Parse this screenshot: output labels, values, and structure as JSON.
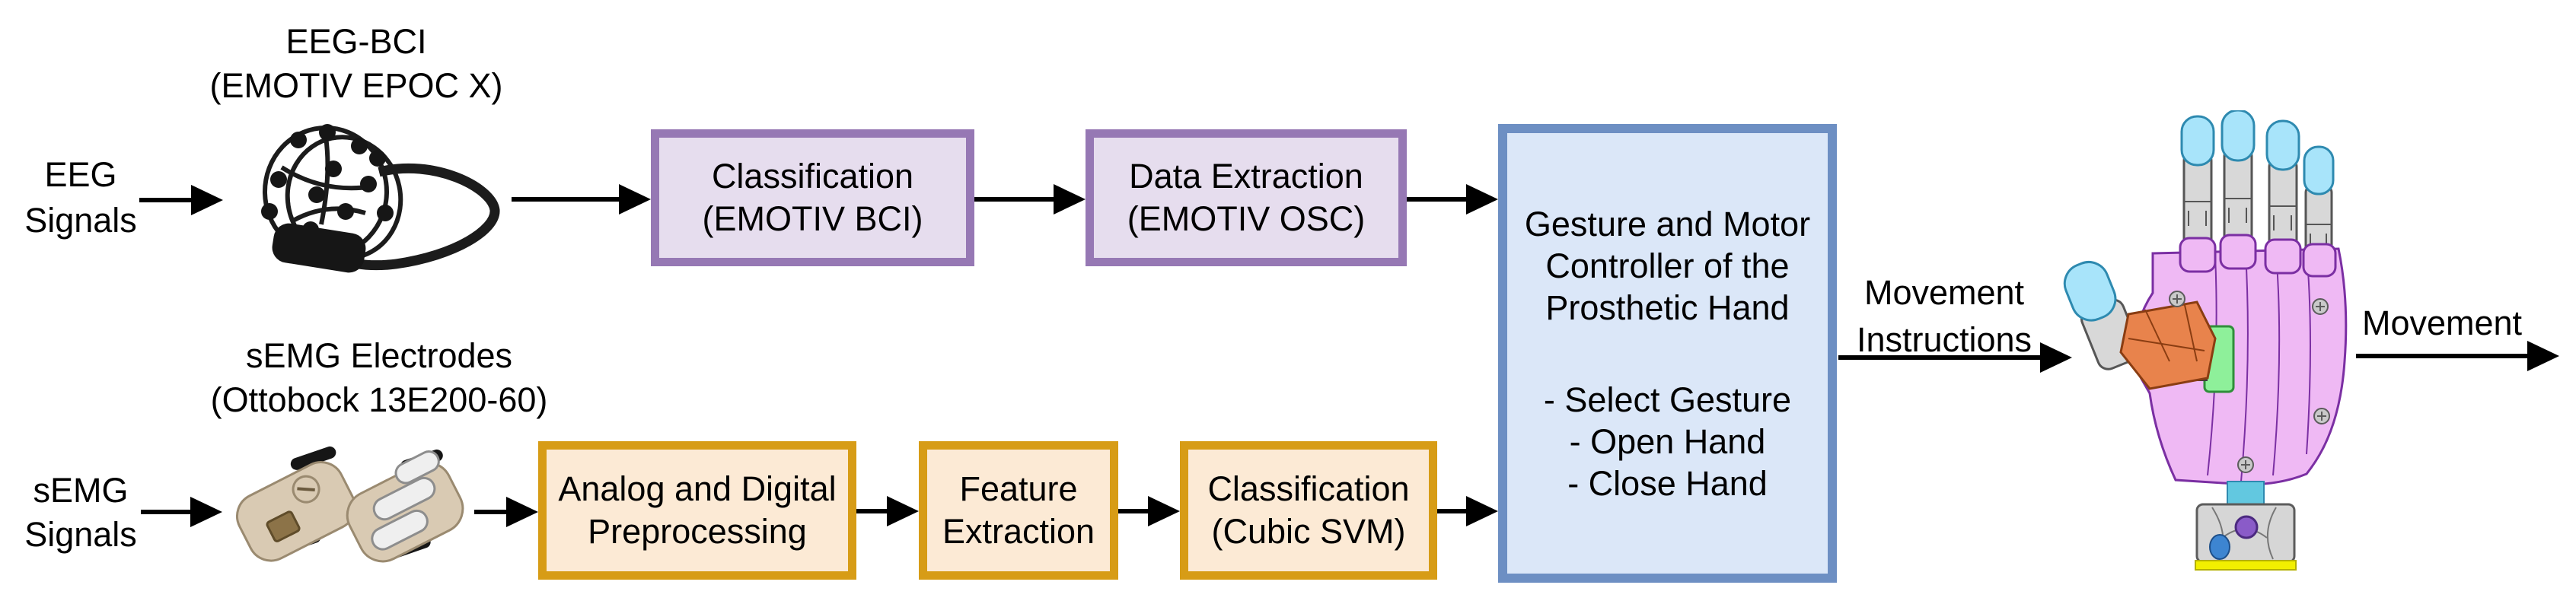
{
  "eeg_row": {
    "device_label": {
      "line1": "EEG-BCI",
      "line2": "(EMOTIV EPOC X)"
    },
    "input_label": {
      "line1": "EEG",
      "line2": "Signals"
    },
    "boxes": [
      {
        "line1": "Classification",
        "line2": "(EMOTIV BCI)"
      },
      {
        "line1": "Data Extraction",
        "line2": "(EMOTIV OSC)"
      }
    ]
  },
  "semg_row": {
    "device_label": {
      "line1": "sEMG Electrodes",
      "line2": "(Ottobock 13E200-60)"
    },
    "input_label": {
      "line1": "sEMG",
      "line2": "Signals"
    },
    "boxes": [
      {
        "line1": "Analog and Digital",
        "line2": "Preprocessing"
      },
      {
        "line1": "Feature",
        "line2": "Extraction"
      },
      {
        "line1": "Classification",
        "line2": "(Cubic SVM)"
      }
    ]
  },
  "controller_box": {
    "title_line1": "Gesture and Motor",
    "title_line2": "Controller of the",
    "title_line3": "Prosthetic Hand",
    "item1": "- Select Gesture",
    "item2": "- Open Hand",
    "item3": "- Close Hand"
  },
  "output_labels": {
    "movement_instructions_line1": "Movement",
    "movement_instructions_line2": "Instructions",
    "movement": "Movement"
  },
  "illustrations": {
    "eeg_headset": "EMOTIV EPOC X EEG headset photo",
    "semg_electrodes": "Ottobock 13E200-60 sEMG electrodes photo",
    "prosthetic_hand": "Prosthetic hand CAD render"
  },
  "colors": {
    "purple_border": "#9678b4",
    "purple_fill": "#e6ddee",
    "orange_border": "#d79c16",
    "orange_fill": "#fcead5",
    "blue_border": "#6d8fc3",
    "blue_fill": "#dbe7f8",
    "arrow": "#000000"
  }
}
